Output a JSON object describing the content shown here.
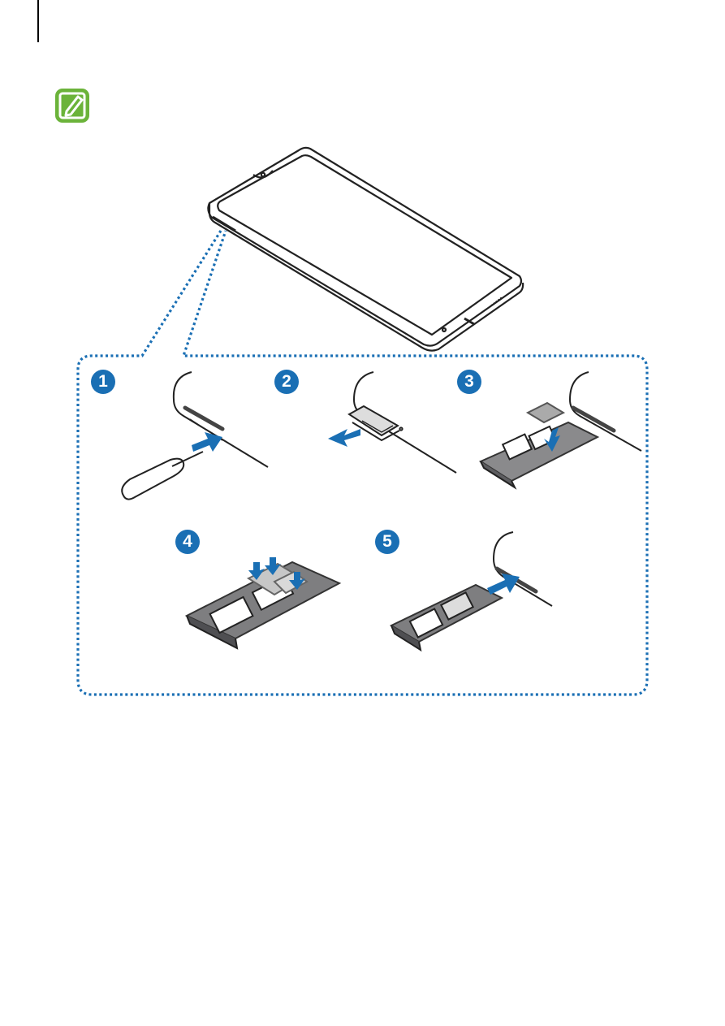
{
  "colors": {
    "accent_blue": "#1a6fb4",
    "note_green": "#6bb33a",
    "outline": "#222222",
    "tray_gray": "#6e6e70",
    "card_gray": "#b8b8b8"
  },
  "note": {
    "icon": "pencil-note-icon"
  },
  "steps": [
    {
      "number": "1",
      "action": "push-arrow-icon"
    },
    {
      "number": "2",
      "action": "pull-arrow-icon"
    },
    {
      "number": "3",
      "action": "down-arrow-icon"
    },
    {
      "number": "4",
      "action": "press-arrows-icon"
    },
    {
      "number": "5",
      "action": "insert-arrow-icon"
    }
  ]
}
